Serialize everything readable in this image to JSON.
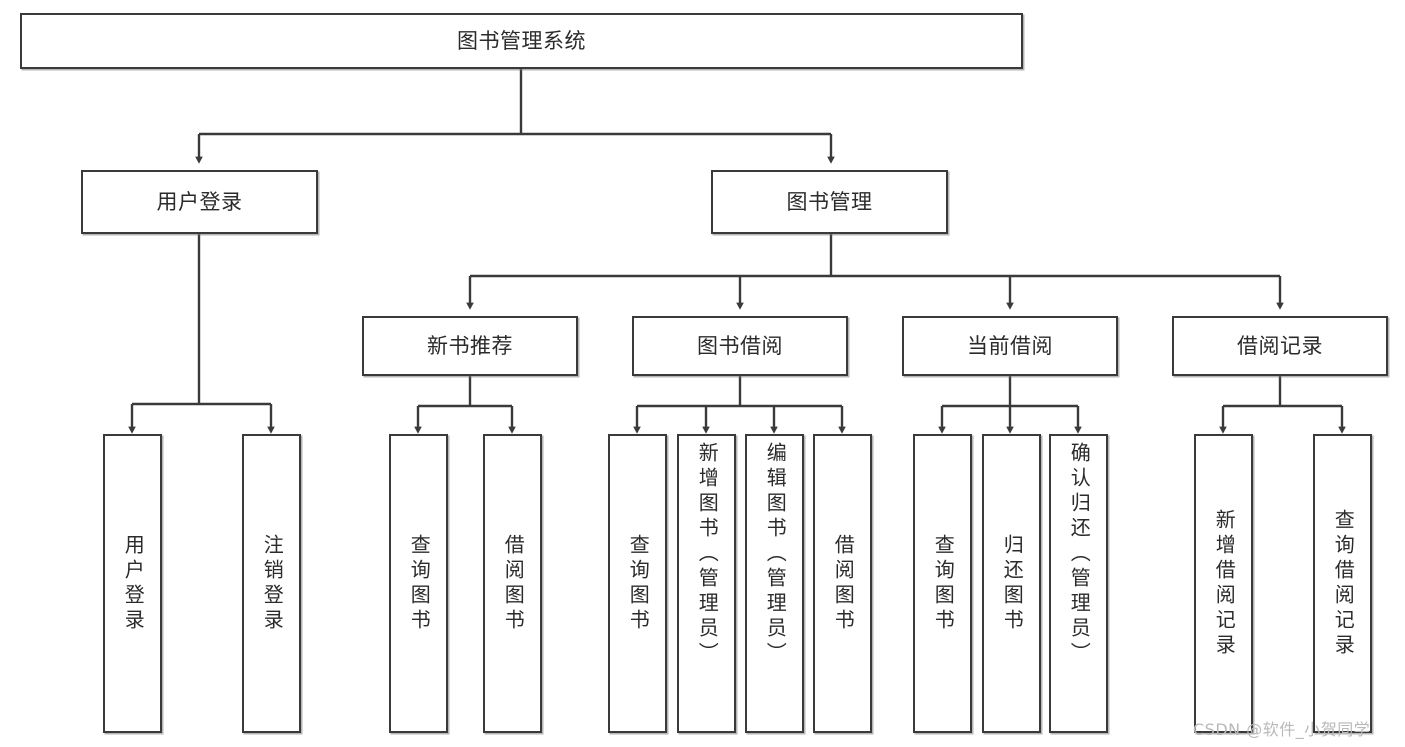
{
  "diagram": {
    "title_node": {
      "label": "图书管理系统"
    },
    "level2": [
      {
        "id": "user-login",
        "label": "用户登录"
      },
      {
        "id": "book-manage",
        "label": "图书管理"
      }
    ],
    "level3": [
      {
        "id": "new-book-recommend",
        "label": "新书推荐"
      },
      {
        "id": "book-borrow",
        "label": "图书借阅"
      },
      {
        "id": "current-borrow",
        "label": "当前借阅"
      },
      {
        "id": "borrow-record",
        "label": "借阅记录"
      }
    ],
    "leaves": {
      "user_login": [
        {
          "id": "leaf-user-login",
          "label": "用户登录"
        },
        {
          "id": "leaf-user-logout",
          "label": "注销登录"
        }
      ],
      "new_book_recommend": [
        {
          "id": "leaf-query-book-1",
          "label": "查询图书"
        },
        {
          "id": "leaf-borrow-book-1",
          "label": "借阅图书"
        }
      ],
      "book_borrow": [
        {
          "id": "leaf-query-book-2",
          "label": "查询图书"
        },
        {
          "id": "leaf-add-book",
          "label": "新增图书（管理员）"
        },
        {
          "id": "leaf-edit-book",
          "label": "编辑图书（管理员）"
        },
        {
          "id": "leaf-borrow-book-2",
          "label": "借阅图书"
        }
      ],
      "current_borrow": [
        {
          "id": "leaf-query-book-3",
          "label": "查询图书"
        },
        {
          "id": "leaf-return-book",
          "label": "归还图书"
        },
        {
          "id": "leaf-confirm-return",
          "label": "确认归还（管理员）"
        }
      ],
      "borrow_record": [
        {
          "id": "leaf-add-record",
          "label": "新增借阅记录"
        },
        {
          "id": "leaf-query-record",
          "label": "查询借阅记录"
        }
      ]
    }
  },
  "watermark": {
    "text": "CSDN @软件_小贺同学"
  },
  "colors": {
    "border": "#3a3a3a",
    "text": "#2b2b2b",
    "background": "#ffffff",
    "watermark": "#b9b9b9"
  }
}
